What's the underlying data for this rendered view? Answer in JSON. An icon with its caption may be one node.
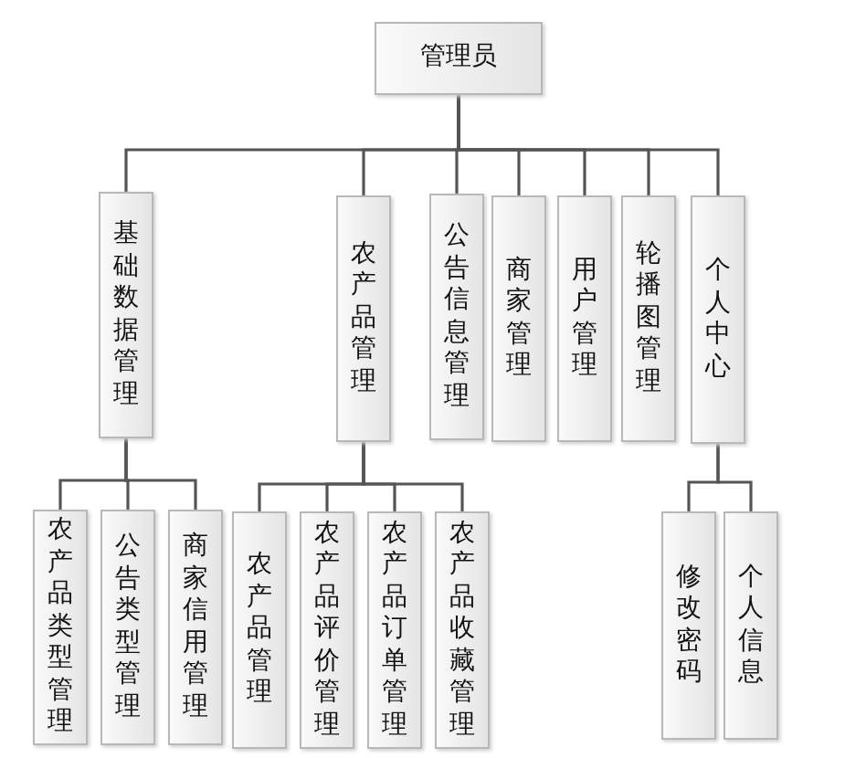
{
  "diagram": {
    "nodes": [
      {
        "text": [
          "管理员"
        ]
      },
      {
        "text": [
          "基础数据管理"
        ]
      },
      {
        "text": [
          "农产品管理"
        ]
      },
      {
        "text": [
          "公告信息管理"
        ]
      },
      {
        "text": [
          "商家管理"
        ]
      },
      {
        "text": [
          "用户管理"
        ]
      },
      {
        "text": [
          "轮播图管理"
        ]
      },
      {
        "text": [
          "个人中心"
        ]
      },
      {
        "text": [
          "农产品类型管理"
        ]
      },
      {
        "text": [
          "公告类型管理"
        ]
      },
      {
        "text": [
          "商家信用管理"
        ]
      },
      {
        "text": [
          "农产品管理"
        ]
      },
      {
        "text": [
          "农产品评价管理"
        ]
      },
      {
        "text": [
          "农产品订单管理"
        ]
      },
      {
        "text": [
          "农产品收藏管理"
        ]
      },
      {
        "text": [
          "修改密码"
        ]
      },
      {
        "text": [
          "个人信息"
        ]
      }
    ],
    "edges": [
      {
        "from": 0,
        "to": 1,
        "arrow": "none"
      },
      {
        "from": 0,
        "to": 2,
        "arrow": "none"
      },
      {
        "from": 0,
        "to": 3,
        "arrow": "none"
      },
      {
        "from": 0,
        "to": 4,
        "arrow": "none"
      },
      {
        "from": 0,
        "to": 5,
        "arrow": "none"
      },
      {
        "from": 0,
        "to": 6,
        "arrow": "none"
      },
      {
        "from": 0,
        "to": 7,
        "arrow": "none"
      },
      {
        "from": 1,
        "to": 8,
        "arrow": "none"
      },
      {
        "from": 1,
        "to": 9,
        "arrow": "none"
      },
      {
        "from": 1,
        "to": 10,
        "arrow": "none"
      },
      {
        "from": 2,
        "to": 11,
        "arrow": "none"
      },
      {
        "from": 2,
        "to": 12,
        "arrow": "none"
      },
      {
        "from": 2,
        "to": 13,
        "arrow": "none"
      },
      {
        "from": 2,
        "to": 14,
        "arrow": "none"
      },
      {
        "from": 7,
        "to": 15,
        "arrow": "none"
      },
      {
        "from": 7,
        "to": 16,
        "arrow": "none"
      }
    ]
  }
}
